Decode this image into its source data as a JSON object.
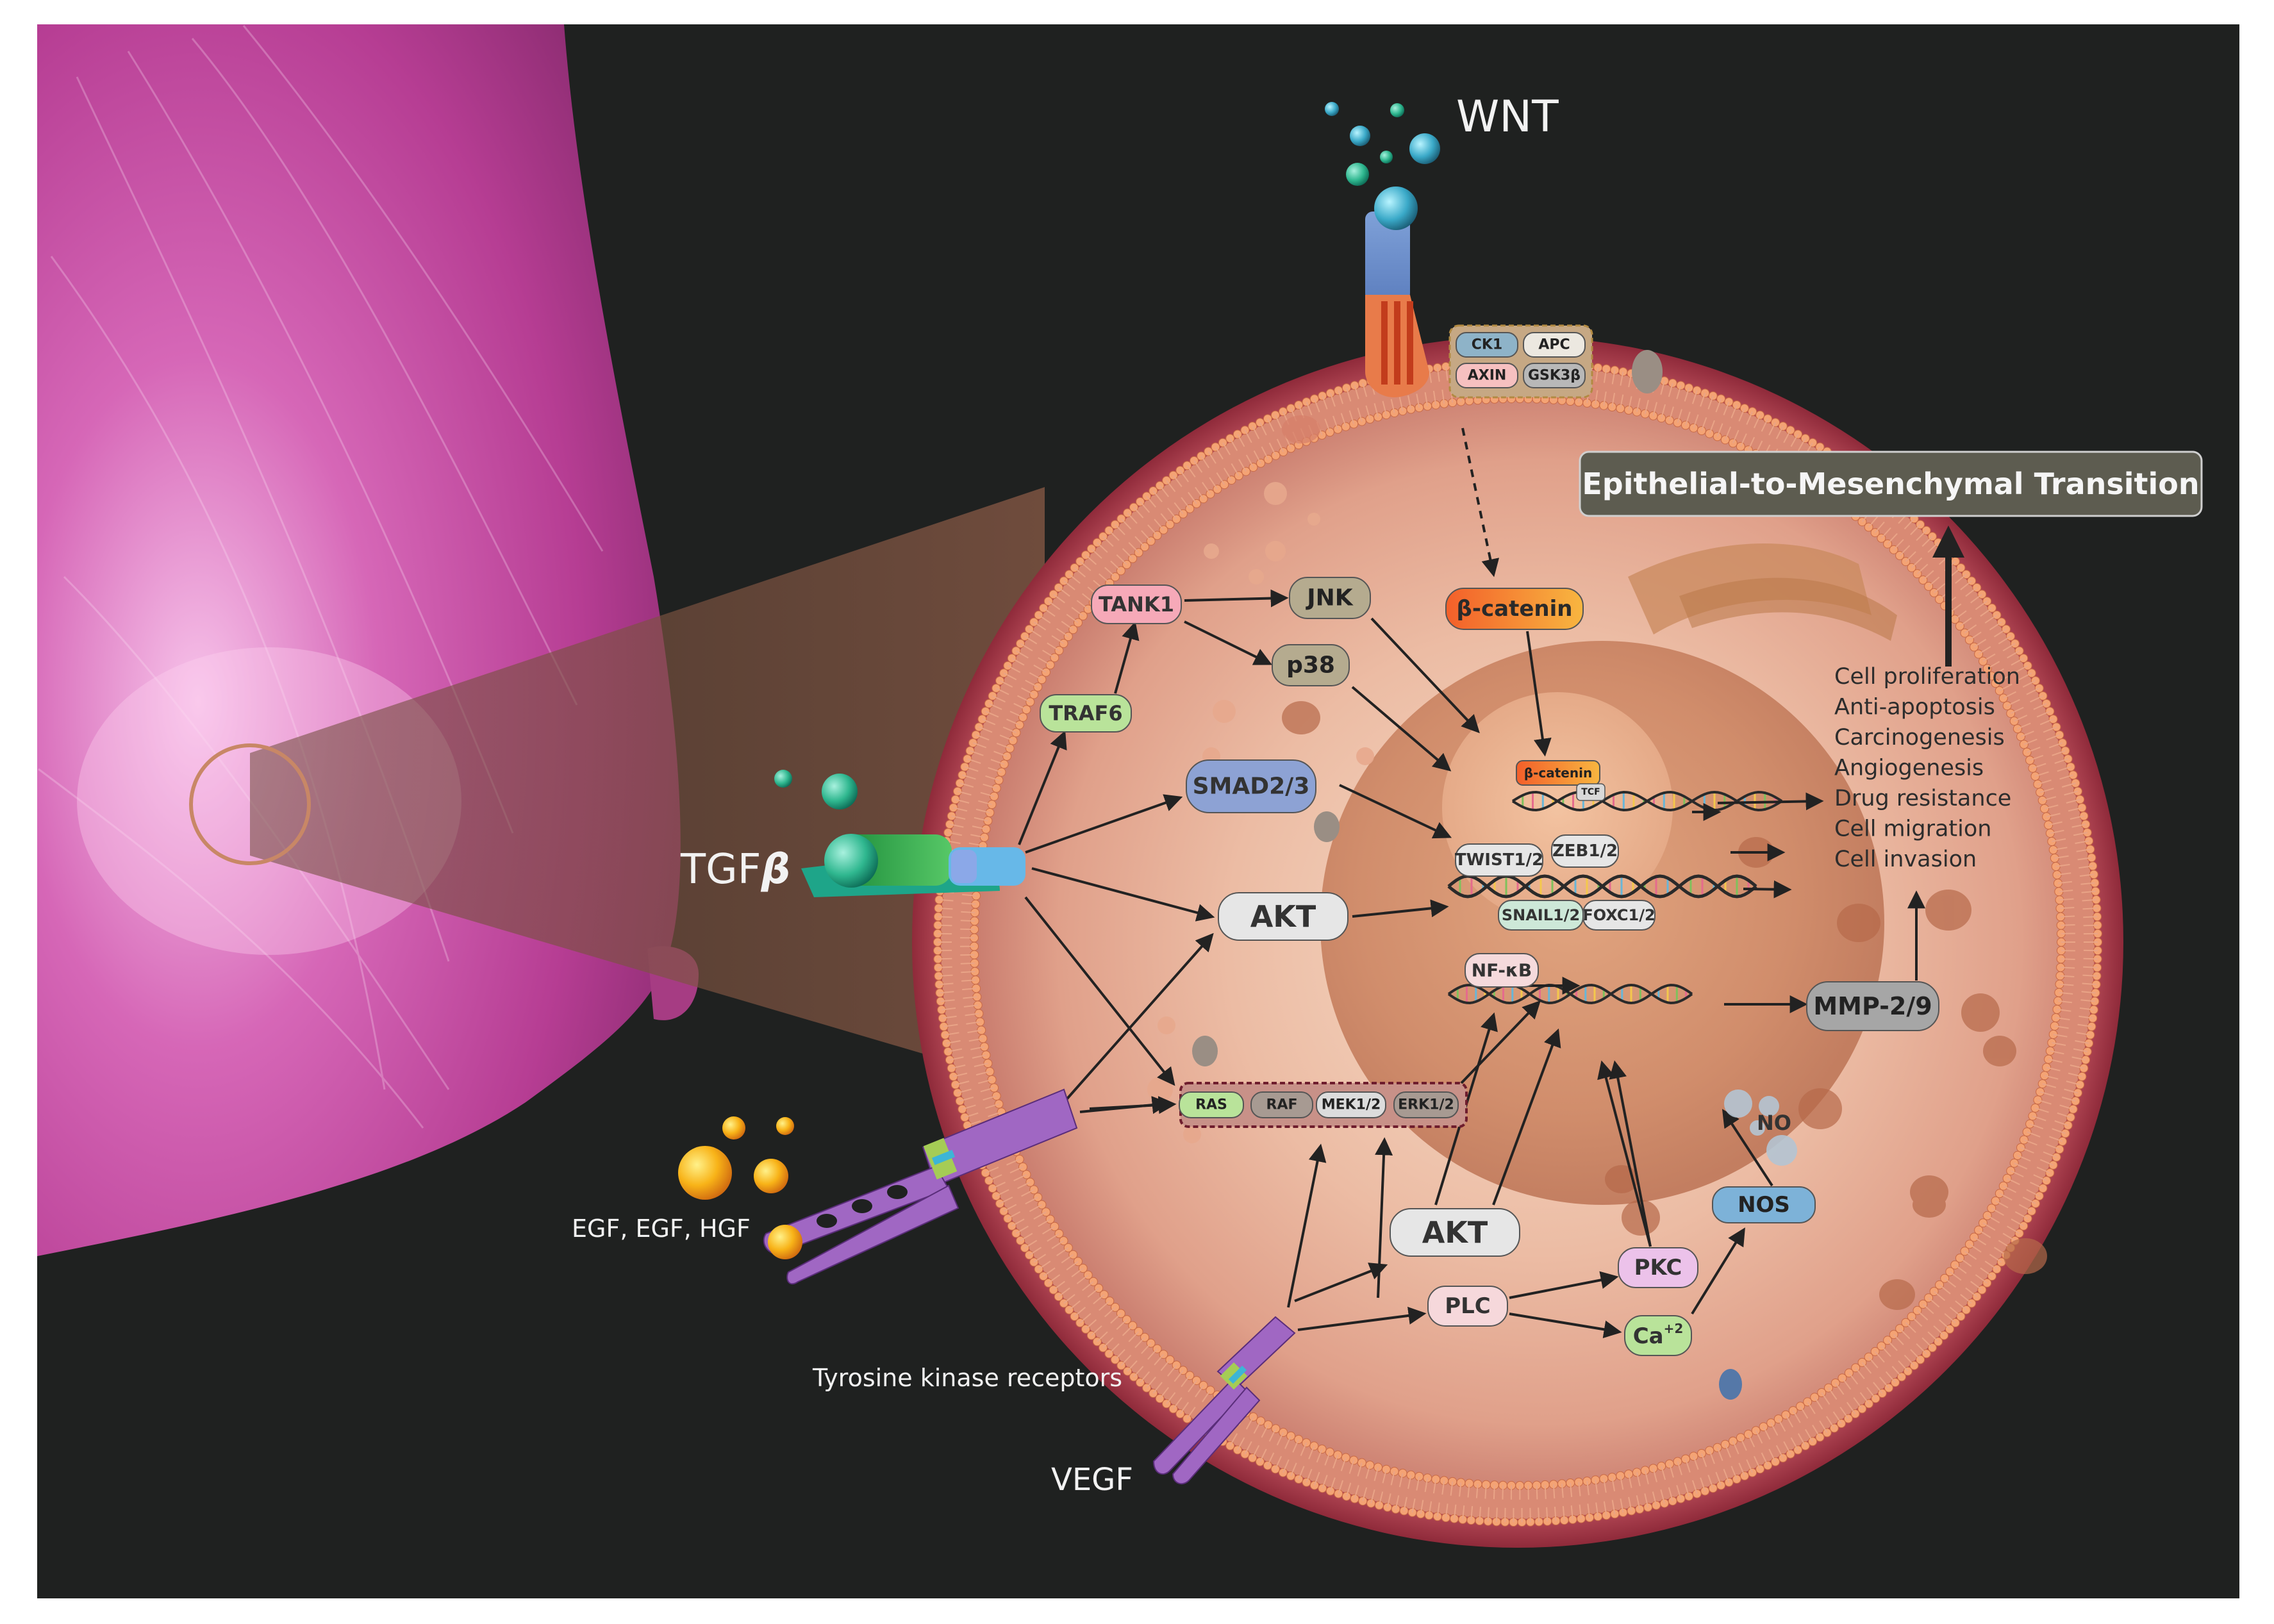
{
  "ligands": {
    "wnt": "WNT",
    "tgf": "TGF",
    "tgf_beta": "β",
    "egf": "EGF, EGF, HGF",
    "vegf": "VEGF",
    "rtk": "Tyrosine kinase receptors"
  },
  "complex_wnt": [
    "CK1",
    "APC",
    "AXIN",
    "GSK3β"
  ],
  "complex_mapk": [
    "RAS",
    "RAF",
    "MEK1/2",
    "ERK1/2"
  ],
  "nodes": {
    "tank1": "TANK1",
    "jnk": "JNK",
    "p38": "p38",
    "traf6": "TRAF6",
    "smad": "SMAD2/3",
    "akt_top": "AKT",
    "akt_bottom": "AKT",
    "beta_catenin": "β-catenin",
    "beta_catenin_small": "β-catenin",
    "tcf": "TCF",
    "twist": "TWIST1/2",
    "zeb": "ZEB1/2",
    "snail": "SNAIL1/2",
    "foxc": "FOXC1/2",
    "nfkb": "NF-κB",
    "mmp": "MMP-2/9",
    "plc": "PLC",
    "pkc": "PKC",
    "ca": "Ca",
    "ca_sup": "+2",
    "nos": "NOS",
    "no": "NO"
  },
  "emt_title": "Epithelial-to-Mesenchymal Transition",
  "outcomes": [
    "Cell proliferation",
    "Anti-apoptosis",
    "Carcinogenesis",
    "Angiogenesis",
    "Drug resistance",
    "Cell migration",
    "Cell invasion"
  ],
  "colors": {
    "background": "#1f2120",
    "breast": "#c0489e",
    "cytoplasm": "#e9b49d",
    "membrane_outer": "#a8384a",
    "lipid_head": "#f2a070",
    "tank1": "#f6a9b8",
    "green_node": "#b9e39a",
    "grey_node": "#e6e6e6",
    "smad": "#8da2d4",
    "beta_catenin": "#f18b3c",
    "nos": "#7db2d8",
    "pkc": "#ecc2ea",
    "plc": "#f6d8db",
    "emt_box": "#5d5c50"
  }
}
